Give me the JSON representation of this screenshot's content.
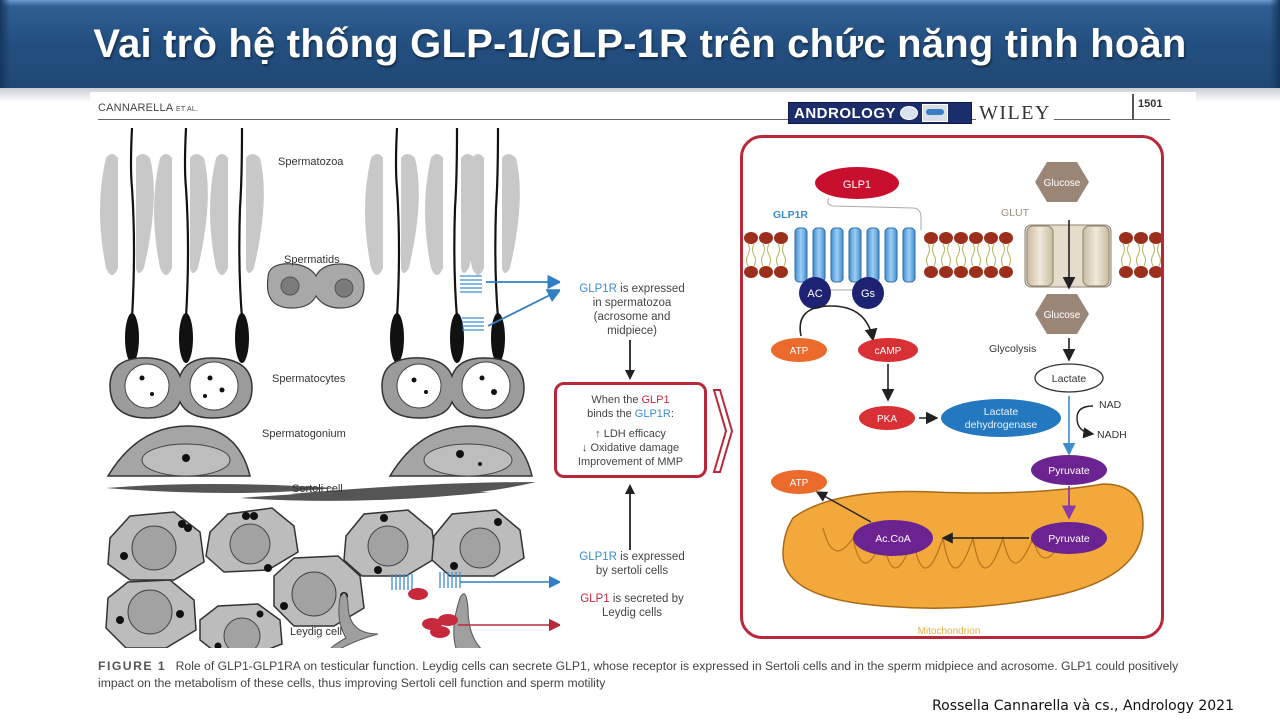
{
  "slide": {
    "title": "Vai trò hệ thống GLP-1/GLP-1R trên chức năng tinh hoàn",
    "citation": "Rossella Cannarella và cs., Andrology 2021",
    "colors": {
      "banner": "#234f80",
      "accent_red": "#b8283a",
      "glp1r_blue": "#3c8dd0",
      "glp1_red": "#c8283c"
    }
  },
  "page_header": {
    "author": "CANNARELLA",
    "author_suffix": "ET AL.",
    "journal": "ANDROLOGY",
    "publisher": "WILEY",
    "page_number": "1501"
  },
  "left_diagram": {
    "cell_labels": {
      "spermatozoa": "Spermatozoa",
      "spermatids": "Spermatids",
      "spermatocytes": "Spermatocytes",
      "spermatogonium": "Spermatogonium",
      "sertoli": "Sertoli cell",
      "leydig": "Leydig cell"
    },
    "notes": {
      "spermatozoa_prefix": "GLP1R",
      "spermatozoa_line1": " is expressed",
      "spermatozoa_line2": "in spermatozoa",
      "spermatozoa_line3": "(acrosome and",
      "spermatozoa_line4": "midpiece)",
      "sertoli_prefix": "GLP1R",
      "sertoli_line1": " is expressed",
      "sertoli_line2": "by sertoli cells",
      "leydig_prefix": "GLP1",
      "leydig_line1": " is secreted by",
      "leydig_line2": "Leydig cells"
    },
    "binding_box": {
      "line1_a": "When the ",
      "line1_b": "GLP1",
      "line2_a": "binds the ",
      "line2_b": "GLP1R",
      "line2_c": ":",
      "effect1": "↑ LDH efficacy",
      "effect2": "↓ Oxidative damage",
      "effect3": "Improvement of MMP"
    }
  },
  "cell_panel": {
    "glp1": "GLP1",
    "glp1r": "GLP1R",
    "glut": "GLUT",
    "glucose_out": "Glucose",
    "glucose_in": "Glucose",
    "ac": "AC",
    "gs": "Gs",
    "atp_top": "ATP",
    "camp": "cAMP",
    "pka": "PKA",
    "ldh_line1": "Lactate",
    "ldh_line2": "dehydrogenase",
    "glycolysis": "Glycolysis",
    "lactate": "Lactate",
    "nad": "NAD",
    "nadh": "NADH",
    "pyruvate_cyto": "Pyruvate",
    "pyruvate_mito": "Pyruvate",
    "acoa": "Ac.CoA",
    "atp_bottom": "ATP",
    "mitochondrion": "Mitochondrion"
  },
  "caption": {
    "label": "FIGURE 1",
    "text": "Role of GLP1-GLP1RA on testicular function. Leydig cells can secrete GLP1, whose receptor is expressed in Sertoli cells and in the sperm midpiece and acrosome. GLP1 could positively impact on the metabolism of these cells, thus improving Sertoli cell function and sperm motility"
  }
}
